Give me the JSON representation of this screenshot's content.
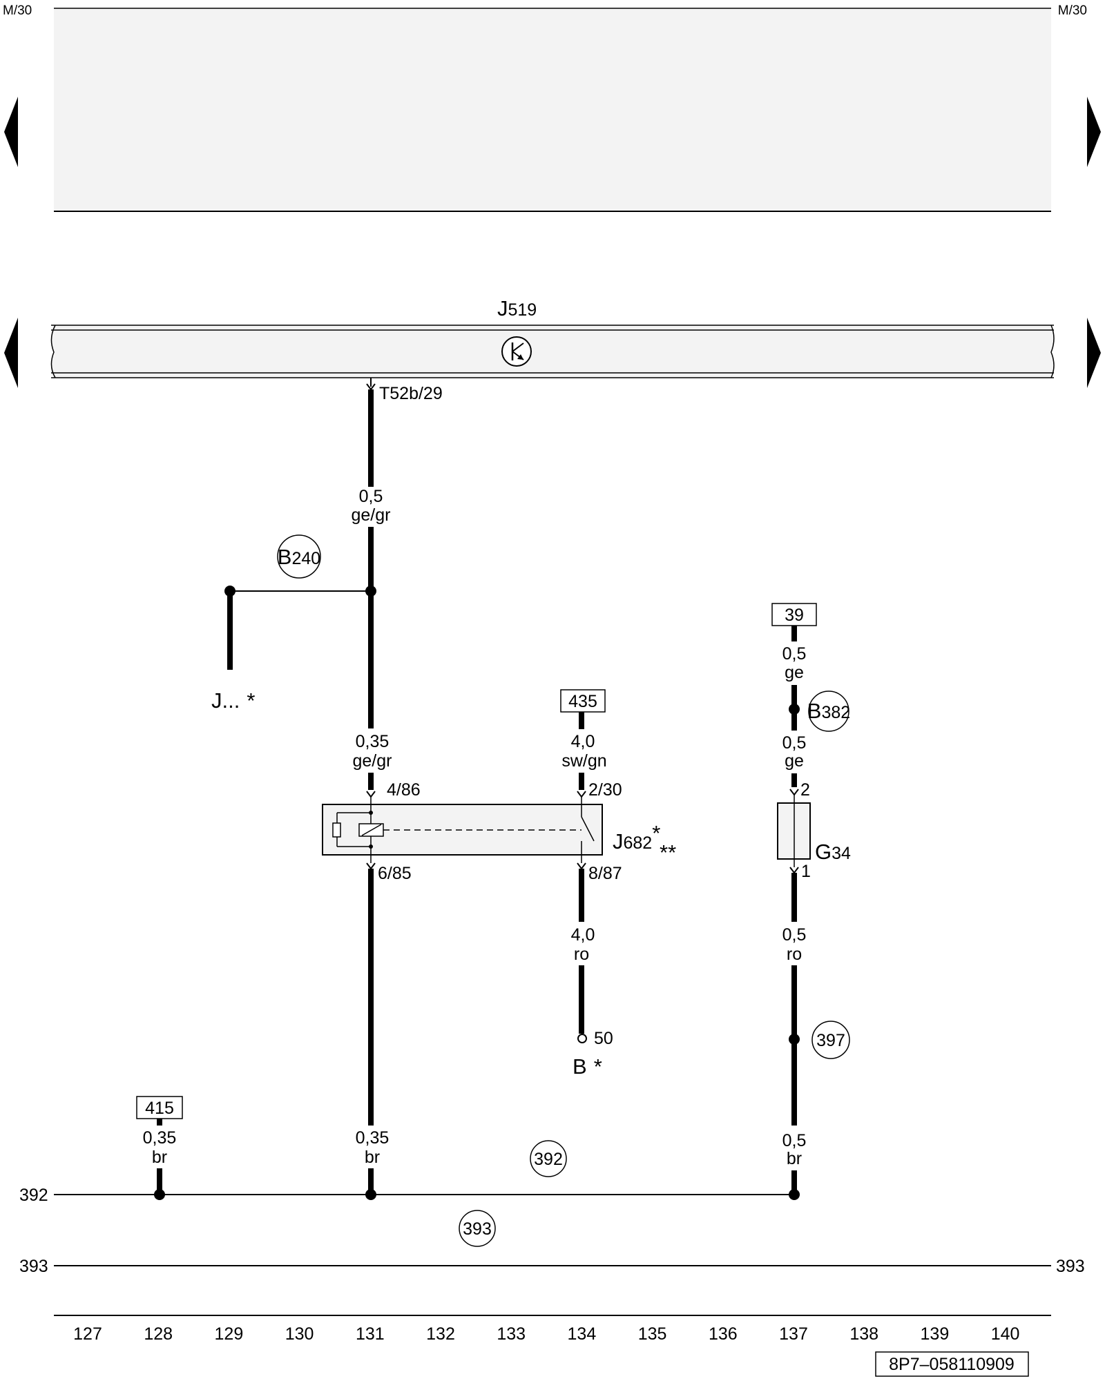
{
  "corner_labels": {
    "left": "M/30",
    "right": "M/30"
  },
  "control_unit": {
    "name": "J",
    "number": "519",
    "connector": "T52b/29"
  },
  "wires": {
    "main_upper": {
      "size": "0,5",
      "color": "ge/gr"
    },
    "main_lower": {
      "size": "0,35",
      "color": "ge/gr"
    },
    "relay_out": {
      "size": "0,35",
      "color": "br"
    },
    "feed_435": {
      "size": "4,0",
      "color": "sw/gn"
    },
    "relay_87": {
      "size": "4,0",
      "color": "ro"
    },
    "g34_upper1": {
      "size": "0,5",
      "color": "ge"
    },
    "g34_upper2": {
      "size": "0,5",
      "color": "ge"
    },
    "g34_lower": {
      "size": "0,5",
      "color": "ro"
    },
    "g34_ground": {
      "size": "0,5",
      "color": "br"
    },
    "ground_415": {
      "size": "0,35",
      "color": "br"
    }
  },
  "connectors": {
    "b240": {
      "main": "B",
      "sub": "240"
    },
    "b382": {
      "main": "B",
      "sub": "382"
    },
    "c397": "397",
    "c392": "392",
    "c393": "393"
  },
  "references": {
    "r39": "39",
    "r435": "435",
    "r415": "415"
  },
  "relay": {
    "name": "J",
    "number": "682",
    "stars": "*",
    "stars2": "**",
    "pin_86": "4/86",
    "pin_85": "6/85",
    "pin_30": "2/30",
    "pin_87": "8/87"
  },
  "sensor": {
    "name": "G",
    "number": "34",
    "pin_2": "2",
    "pin_1": "1"
  },
  "j_other": {
    "text": "J...",
    "star": "*"
  },
  "b_terminal": {
    "pin": "50",
    "text": "B",
    "star": "*"
  },
  "ground_lines": {
    "l392": "392",
    "l393": "393",
    "r393": "393"
  },
  "scale": [
    "127",
    "128",
    "129",
    "130",
    "131",
    "132",
    "133",
    "134",
    "135",
    "136",
    "137",
    "138",
    "139",
    "140"
  ],
  "drawing_number": "8P7–058110909"
}
